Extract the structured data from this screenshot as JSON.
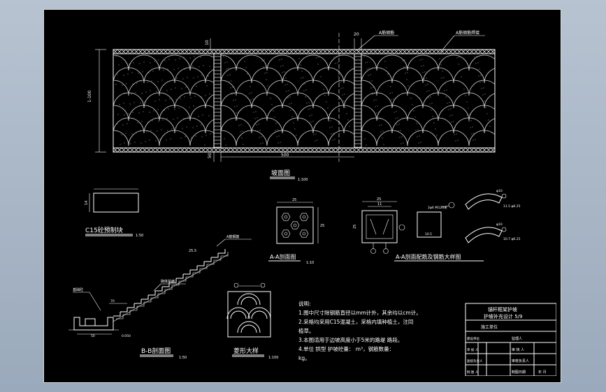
{
  "drawing": {
    "elevation_title": "坡面图",
    "elevation_scale": "1:100",
    "height_dim": "1-100",
    "top_dim_left": "10",
    "top_dim_mid": "20",
    "bottom_dim_left": "50",
    "bottom_dim_mid": "500",
    "callout_steel": "A筋钢筋",
    "callout_wire": "A筋钢筋焊接",
    "block_title": "C15砼预制块",
    "block_scale": "1:50",
    "block_dim_h": "14",
    "aa_title": "A-A剖面图",
    "aa_scale": "1:10",
    "aa_dim_top": "25",
    "aa_dim_side": "25",
    "aa_rebar_title": "A-A剖面配筋及钢筋大样图",
    "aa_rebar_dim_top": "25",
    "aa_rebar_dim_sub": "11",
    "aa_rebar_dim_side": "25",
    "rebar_note1": "2φ6 共120米",
    "rebar_note2": "10.5",
    "rebar_arc1": "11.5 φ6.25",
    "rebar_arc2": "10.7 φ6.25",
    "rebar_num1": "φ10",
    "rebar_num2": "φ10",
    "bb_title": "B-B剖面图",
    "bb_scale": "1:50",
    "bb_label_block": "砌体护坡",
    "bb_label_mesh": "A筋钢筋",
    "bb_label_base": "基础砼",
    "bb_label_step": "25.5",
    "bb_dim1": "70",
    "bb_dim2": "50",
    "bb_dim3": "0.050",
    "detail_title": "菱形大样",
    "detail_scale": "1:100",
    "notes": [
      "说明:",
      "1.图中尺寸除钢筋直径以mm计外，其余均以cm计。",
      "2.采格均采用C15混凝土，采格内填种植土，注同",
      "   植草。",
      "3.本图适用于边坡高度小于5米的路堤 路段。",
      "4.单位 拱型 护坡砼量：          m³，钢筋数量：",
      "   kg。"
    ]
  },
  "title_block": {
    "project_line1": "锚杆框架护坡",
    "project_line2": "护坡补充设计  5/9",
    "row0": [
      "施工单位",
      "",
      ""
    ],
    "row1": [
      "审 核 人",
      "",
      "审 核 人",
      ""
    ],
    "row2": [
      "复核负责人",
      "",
      "审核负责人",
      ""
    ],
    "row3": [
      "制 图 人",
      "",
      "制图日期",
      "年 月"
    ],
    "row4": [
      "建设单位",
      "",
      "监理人",
      ""
    ]
  }
}
